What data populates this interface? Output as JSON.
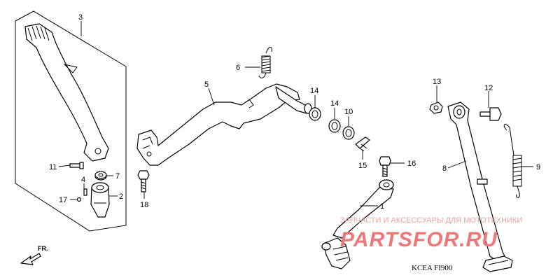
{
  "callouts": {
    "c3": "3",
    "c6": "6",
    "c5": "5",
    "c14a": "14",
    "c14b": "14",
    "c10": "10",
    "c13": "13",
    "c12": "12",
    "c11": "11",
    "c7": "7",
    "c4": "4",
    "c2": "2",
    "c17": "17",
    "c18": "18",
    "c15": "15",
    "c16": "16",
    "c1": "1",
    "c8": "8",
    "c9": "9"
  },
  "direction_label": "FR.",
  "watermark": {
    "tagline": "ЗАПЧАСТИ И АКСЕССУАРЫ ДЛЯ МОТОТЕХНИКИ",
    "brand": "PARTSFOR.RU"
  },
  "diagram_code": "KCEA  FI900"
}
